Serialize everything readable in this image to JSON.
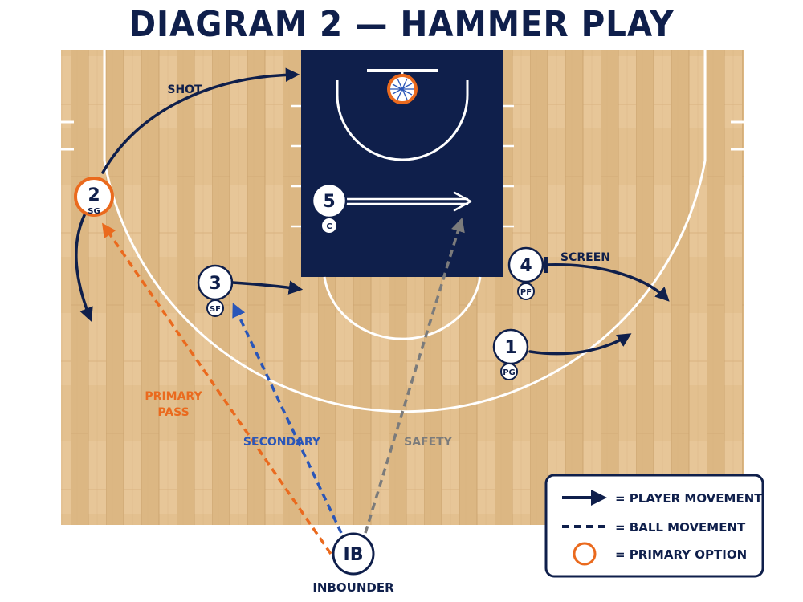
{
  "title": "DIAGRAM 2 — HAMMER PLAY MOVEMENT",
  "colors": {
    "navy": "#0f1f4b",
    "orange": "#ea6a1e",
    "blue": "#2a56b8",
    "gray": "#7b7b7b",
    "wood": "#e2be8c"
  },
  "players": [
    {
      "number": "2",
      "role": "SG",
      "primary": true
    },
    {
      "number": "5",
      "role": "C",
      "primary": false
    },
    {
      "number": "3",
      "role": "SF",
      "primary": false
    },
    {
      "number": "4",
      "role": "PF",
      "primary": false
    },
    {
      "number": "1",
      "role": "PG",
      "primary": false
    }
  ],
  "inbounder": {
    "label": "IB",
    "caption": "INBOUNDER"
  },
  "annotations": {
    "shot": "SHOT",
    "screen": "SCREEN",
    "primary_line1": "PRIMARY",
    "primary_line2": "PASS",
    "secondary": "SECONDARY",
    "safety": "SAFETY"
  },
  "legend": {
    "player_movement": "= PLAYER MOVEMENT",
    "ball_movement": "= BALL MOVEMENT",
    "primary_option": "= PRIMARY OPTION"
  }
}
